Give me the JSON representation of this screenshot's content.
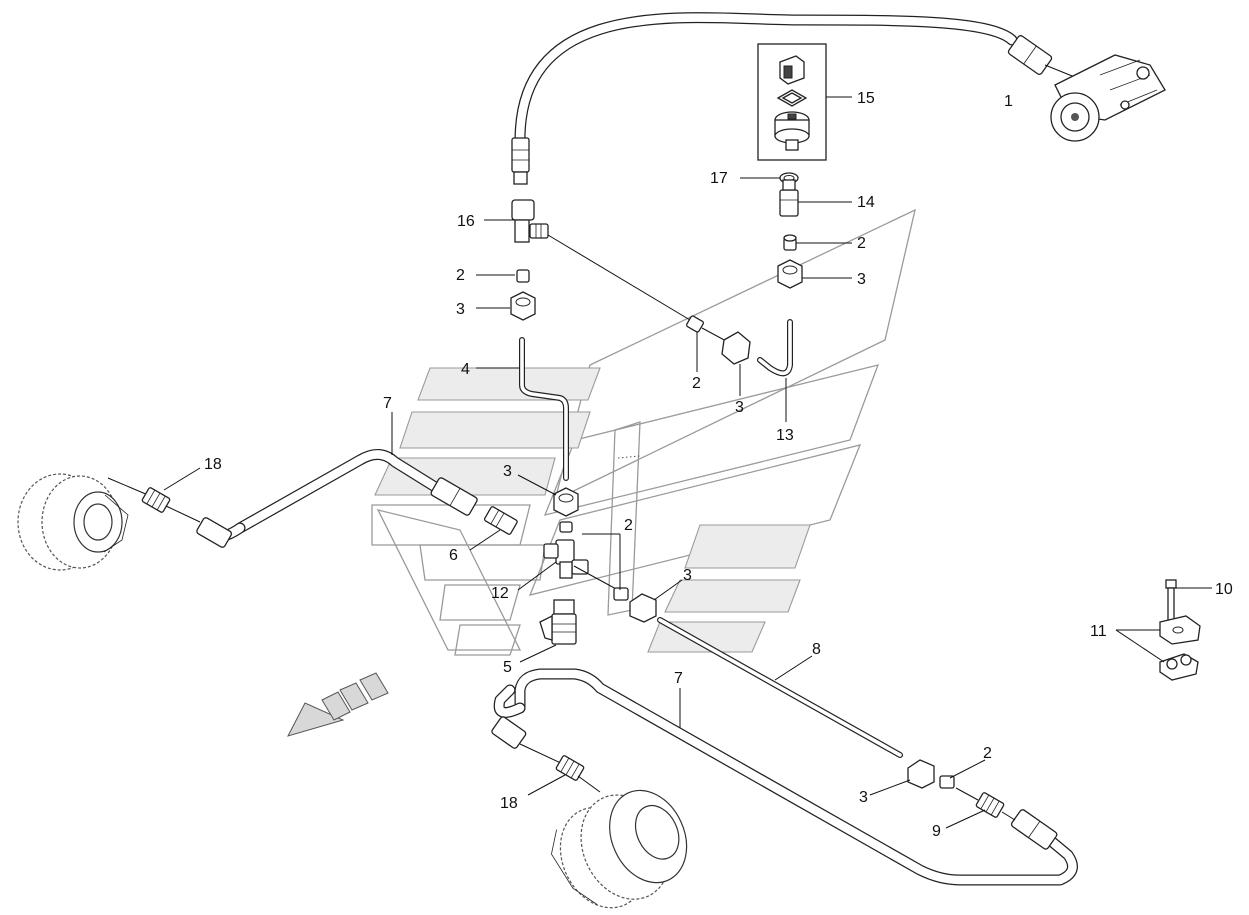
{
  "callouts": {
    "c1": "1",
    "c15": "15",
    "c17": "17",
    "c14": "14",
    "c16": "16",
    "c2a": "2",
    "c2b": "2",
    "c2c": "2",
    "c2d": "2",
    "c2e": "2",
    "c3a": "3",
    "c3b": "3",
    "c3c": "3",
    "c3d": "3",
    "c3e": "3",
    "c3f": "3",
    "c4": "4",
    "c13": "13",
    "c7a": "7",
    "c7b": "7",
    "c18a": "18",
    "c18b": "18",
    "c6": "6",
    "c12": "12",
    "c5": "5",
    "c8": "8",
    "c9": "9",
    "c10": "10",
    "c11": "11"
  },
  "icons": {
    "direction": "direction-arrow-icon",
    "motor": "hydraulic-motor-icon",
    "pressure_switch": "pressure-switch-icon"
  },
  "colors": {
    "line": "#222222",
    "background_outline": "#9a9a9a"
  }
}
